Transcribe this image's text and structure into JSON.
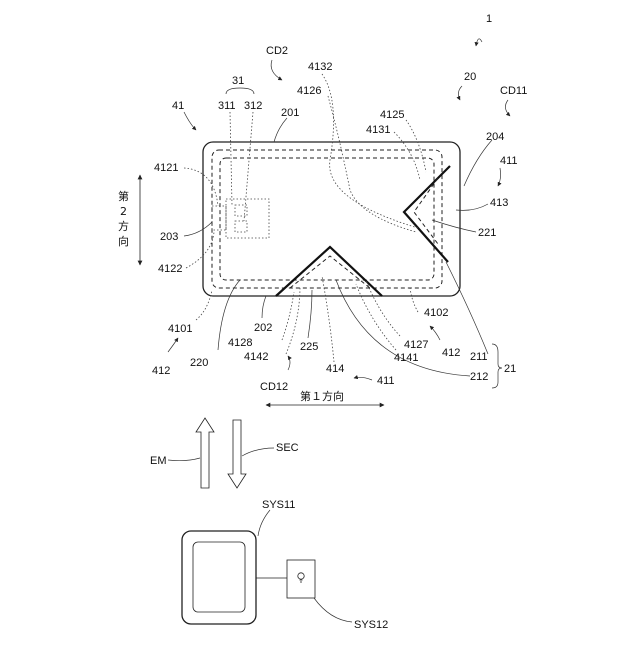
{
  "labels": {
    "l1": "1",
    "cd2": "CD2",
    "l20": "20",
    "cd11": "CD11",
    "l31": "31",
    "l311": "311",
    "l312": "312",
    "l41": "41",
    "l201": "201",
    "l4132": "4132",
    "l4126": "4126",
    "l4125": "4125",
    "l4131": "4131",
    "l204": "204",
    "l411a": "411",
    "l413": "413",
    "l221": "221",
    "l4121": "4121",
    "l203": "203",
    "l4122": "4122",
    "l4101": "4101",
    "l202": "202",
    "l4128": "4128",
    "l4142": "4142",
    "l225": "225",
    "l4127": "4127",
    "l4141": "4141",
    "l4102": "4102",
    "l412a": "412",
    "l412b": "412",
    "l220": "220",
    "cd12": "CD12",
    "l414": "414",
    "l411b": "411",
    "l211": "211",
    "l212": "212",
    "l21": "21",
    "em": "EM",
    "sec": "SEC",
    "sys11": "SYS11",
    "sys12": "SYS12"
  },
  "axes": {
    "dir1": "第１方向",
    "dir2": [
      "第",
      "2",
      "方",
      "向"
    ]
  },
  "icons": {
    "lamp": "lightbulb-icon"
  }
}
